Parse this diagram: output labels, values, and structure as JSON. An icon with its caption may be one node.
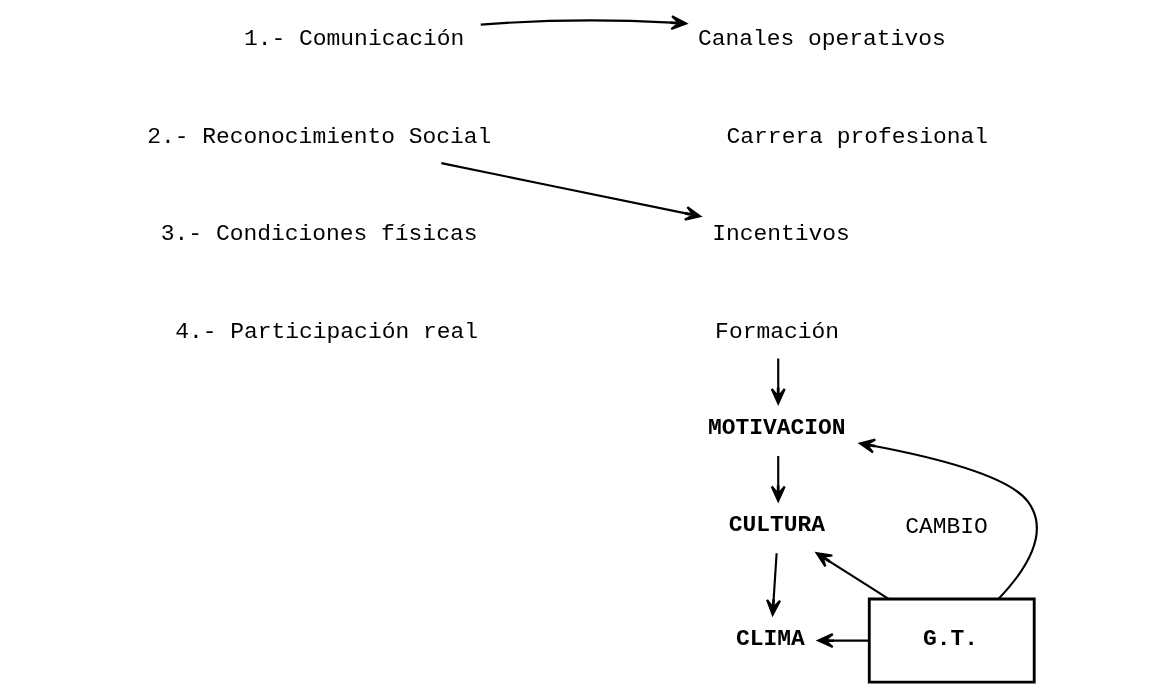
{
  "diagram": {
    "nodes": [
      {
        "text": [
          "1.- Comunicación"
        ]
      },
      {
        "text": [
          "2.- Reconocimiento Social"
        ]
      },
      {
        "text": [
          "3.- Condiciones físicas"
        ]
      },
      {
        "text": [
          "4.- Participación real"
        ]
      },
      {
        "text": [
          "Canales operativos"
        ]
      },
      {
        "text": [
          "Carrera profesional"
        ]
      },
      {
        "text": [
          "Incentivos"
        ]
      },
      {
        "text": [
          "Formación"
        ]
      },
      {
        "text": [
          "MOTIVACION"
        ]
      },
      {
        "text": [
          "CULTURA"
        ]
      },
      {
        "text": [
          "CLIMA"
        ]
      },
      {
        "text": [
          "G.T."
        ]
      }
    ],
    "edges": [
      {
        "from": 0,
        "to": 4,
        "arrow": "to"
      },
      {
        "from": 1,
        "to": 6,
        "arrow": "to"
      },
      {
        "from": 7,
        "to": 8,
        "arrow": "to"
      },
      {
        "from": 8,
        "to": 9,
        "arrow": "to"
      },
      {
        "from": 9,
        "to": 10,
        "arrow": "to"
      },
      {
        "from": 11,
        "to": 10,
        "arrow": "to"
      },
      {
        "from": 11,
        "to": 9,
        "arrow": "to"
      },
      {
        "from": 11,
        "to": 8,
        "arrow": "to"
      }
    ],
    "labels": [
      "CAMBIO"
    ]
  }
}
